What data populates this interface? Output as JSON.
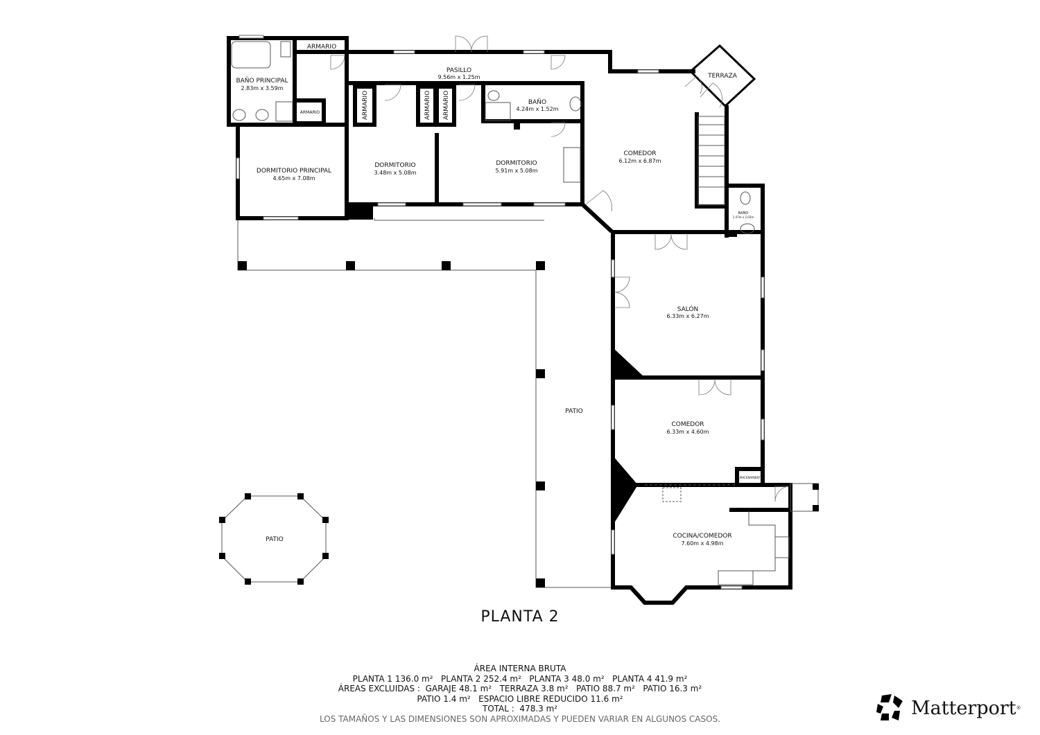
{
  "floor_title": "PLANTA 2",
  "rooms": {
    "bano_principal": {
      "name": "BAÑO PRINCIPAL",
      "dims": "2.83m x 3.59m"
    },
    "armario_top": {
      "name": "ARMARIO"
    },
    "armario_small": {
      "name": "ARMARIO"
    },
    "armario_1": {
      "name": "ARMARIO"
    },
    "armario_2": {
      "name": "ARMARIO"
    },
    "armario_3": {
      "name": "ARMARIO"
    },
    "pasillo": {
      "name": "PASILLO",
      "dims": "9.56m x 1.25m"
    },
    "bano": {
      "name": "BAÑO",
      "dims": "4.24m x 1.52m"
    },
    "terraza": {
      "name": "TERRAZA"
    },
    "dormitorio_principal": {
      "name": "DORMITORIO PRINCIPAL",
      "dims": "4.65m x 7.08m"
    },
    "dormitorio_1": {
      "name": "DORMITORIO",
      "dims": "3.48m x 5.08m"
    },
    "dormitorio_2": {
      "name": "DORMITORIO",
      "dims": "5.91m x 5.08m"
    },
    "comedor_1": {
      "name": "COMEDOR",
      "dims": "6.12m x 6.87m"
    },
    "bano_small": {
      "name": "BAÑO",
      "dims": "1.47m x 2.03m"
    },
    "salon": {
      "name": "SALÓN",
      "dims": "6.33m x 6.27m"
    },
    "comedor_2": {
      "name": "COMEDOR",
      "dims": "6.33m x 4.60m"
    },
    "almacenamiento": {
      "name": "ALMACENAMIENTO"
    },
    "cocina": {
      "name": "COCINA/COMEDOR",
      "dims": "7.60m x 4.98m"
    },
    "patio_l": {
      "name": "PATIO"
    },
    "patio_oct": {
      "name": "PATIO"
    }
  },
  "areas": {
    "heading": "ÁREA INTERNA BRUTA",
    "line1": "PLANTA 1 136.0 m²   PLANTA 2 252.4 m²   PLANTA 3 48.0 m²   PLANTA 4 41.9 m²",
    "line2": "ÁREAS EXCLUIDAS :  GARAJE 48.1 m²   TERRAZA 3.8 m²   PATIO 88.7 m²   PATIO 16.3 m²",
    "line3": "PATIO 1.4 m²   ESPACIO LIBRE REDUCIDO 11.6 m²",
    "total": "TOTAL :  478.3 m²",
    "note": "LOS TAMAÑOS Y LAS DIMENSIONES SON APROXIMADAS Y PUEDEN VARIAR EN ALGUNOS CASOS."
  },
  "logo": {
    "text": "Matterport",
    "mark": "®"
  }
}
